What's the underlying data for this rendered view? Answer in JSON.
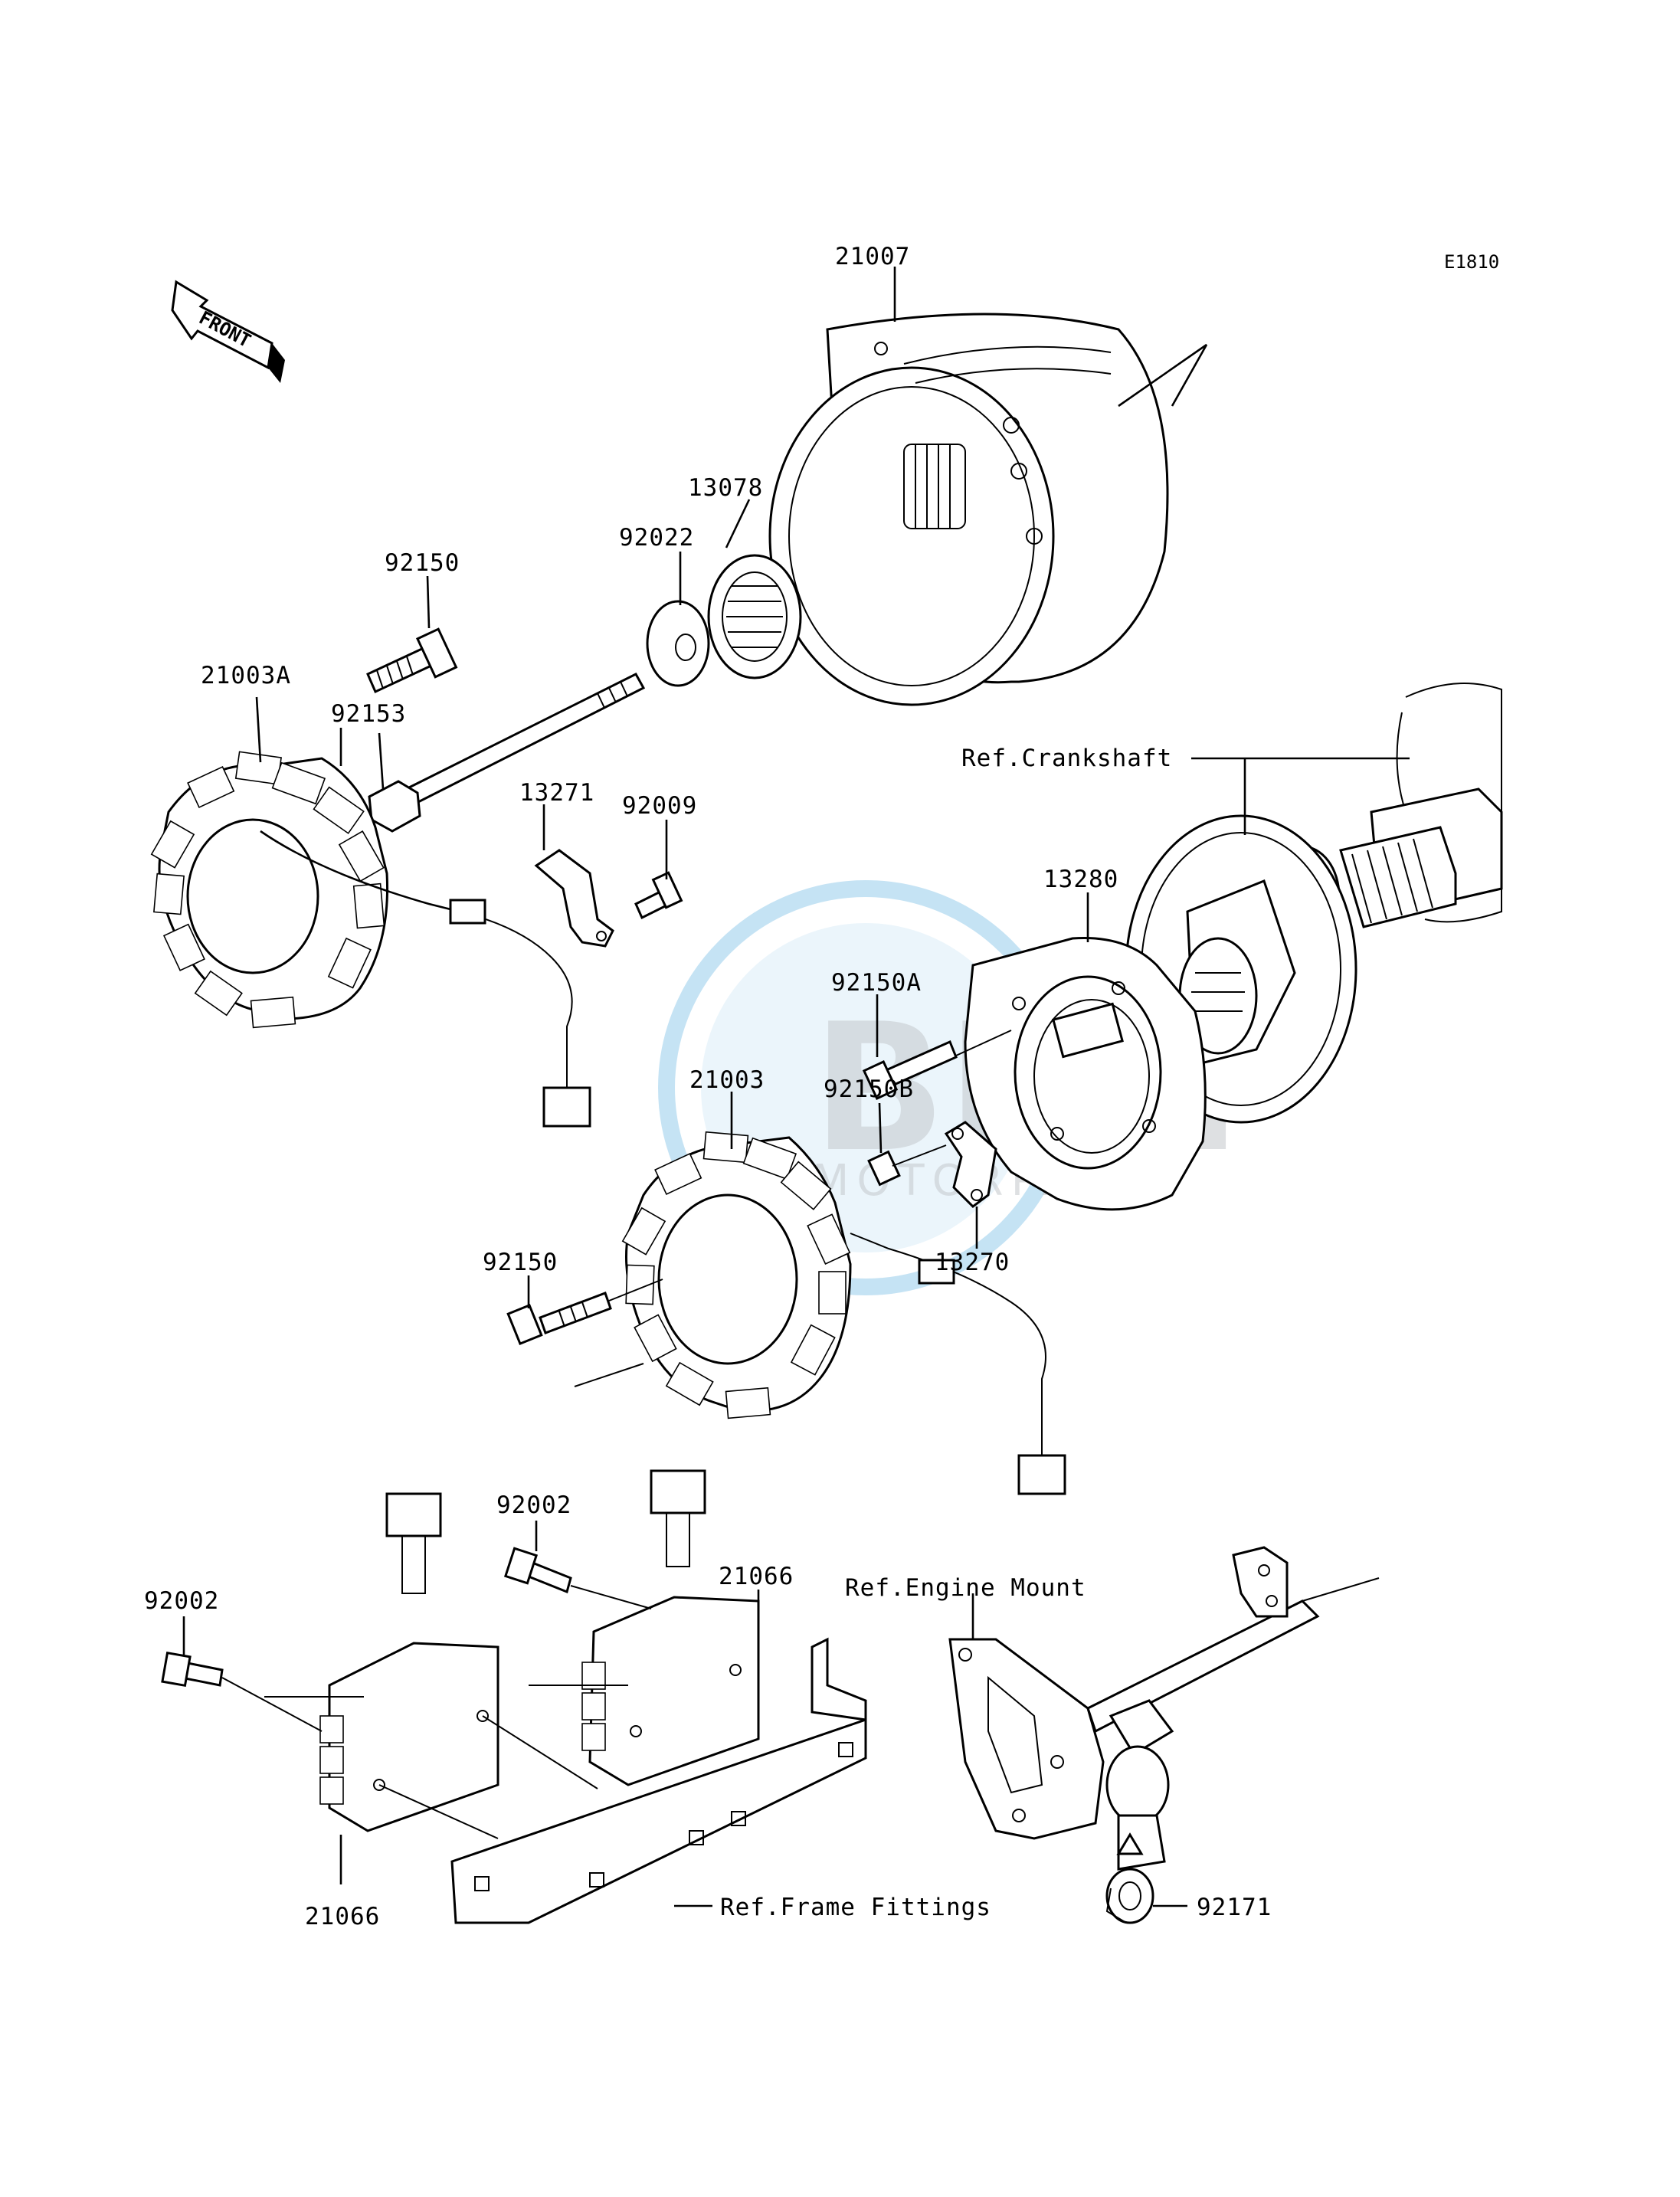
{
  "diagram_code": "E1810",
  "front_arrow_label": "FRONT",
  "watermark": {
    "brand": "BEM",
    "sub": "MOTORPARTS",
    "color": "#5aaee0"
  },
  "labels": {
    "p21007": "21007",
    "p13078": "13078",
    "p92022": "92022",
    "p92150_top": "92150",
    "p21003A": "21003A",
    "p92153": "92153",
    "p13271": "13271",
    "p92009": "92009",
    "ref_crankshaft": "Ref.Crankshaft",
    "p13280": "13280",
    "p92150A": "92150A",
    "p21003": "21003",
    "p92150B": "92150B",
    "p92150_mid": "92150",
    "p13270": "13270",
    "p92002_left": "92002",
    "p92002_right": "92002",
    "p21066_right": "21066",
    "p21066_left": "21066",
    "ref_engine_mount": "Ref.Engine Mount",
    "ref_frame_fittings": "Ref.Frame Fittings",
    "p92171": "92171"
  }
}
